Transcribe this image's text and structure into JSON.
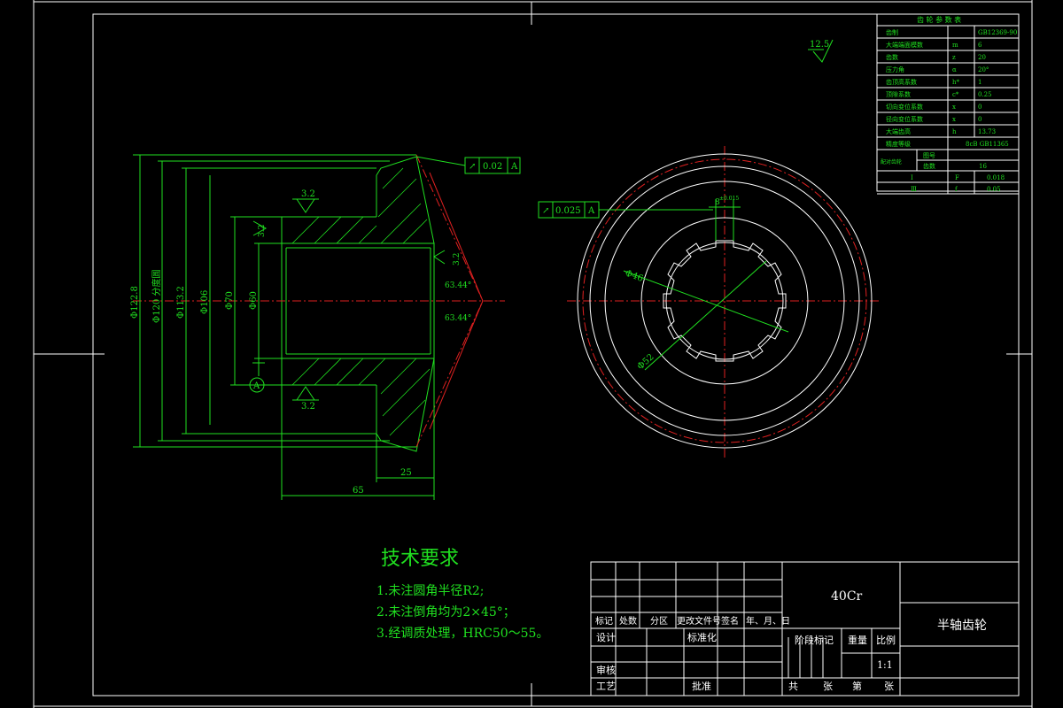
{
  "symbols": {
    "surface_finish_top": "12.5",
    "surface_finish_bore_top": "3.2",
    "surface_finish_bore_bottom": "3.2",
    "surface_finish_small_1": "3.2",
    "surface_finish_small_2": "3.2"
  },
  "left_view": {
    "gdt_left": {
      "symbol": "↗",
      "value": "0.02",
      "datum": "A"
    },
    "datum_marker": "A",
    "dims": {
      "d1": "Φ122.8",
      "d2": "Φ120 分度圆",
      "d3": "Φ113.2",
      "d4": "Φ106",
      "d5": "Φ70",
      "d6": "Φ60",
      "len_65": "65",
      "len_25": "25",
      "angle_1": "63.44°",
      "angle_2": "63.44°"
    }
  },
  "right_view": {
    "gdt_right": {
      "symbol": "↗",
      "value": "0.025",
      "datum": "A"
    },
    "dims": {
      "d46": "Φ46",
      "d52": "Φ52",
      "d8": "8",
      "d8_tol": "±0.015"
    }
  },
  "param_table": {
    "title": "齿 轮 参 数 表",
    "rows": [
      {
        "name": "齿制",
        "sym": "",
        "val": "GB12369-90"
      },
      {
        "name": "大端端面模数",
        "sym": "m",
        "val": "6"
      },
      {
        "name": "齿数",
        "sym": "z",
        "val": "20"
      },
      {
        "name": "压力角",
        "sym": "α",
        "val": "20°"
      },
      {
        "name": "齿顶高系数",
        "sym": "h*",
        "val": "1"
      },
      {
        "name": "顶隙系数",
        "sym": "c*",
        "val": "0.25"
      },
      {
        "name": "切向变位系数",
        "sym": "x",
        "val": "0"
      },
      {
        "name": "径向变位系数",
        "sym": "x",
        "val": "0"
      },
      {
        "name": "大端齿高",
        "sym": "h",
        "val": "13.73"
      },
      {
        "name": "精度等级",
        "sym": "",
        "val": "8cB GB11365"
      }
    ],
    "pair_label": "配对齿轮",
    "pair_rows": [
      {
        "name": "图号",
        "val": ""
      },
      {
        "name": "齿数",
        "val": "16"
      }
    ],
    "tol_rows": [
      {
        "name": "Ⅰ",
        "sym": "F",
        "val": "0.018"
      },
      {
        "name": "Ⅲ",
        "sym": "f",
        "val": "0.05"
      }
    ]
  },
  "tech_req": {
    "title": "技术要求",
    "items": [
      "1.未注圆角半径R2;",
      "2.未注倒角均为2×45°；",
      "3.经调质处理，HRC50～55。"
    ]
  },
  "title_block": {
    "material": "40Cr",
    "part_name": "半轴齿轮",
    "header": [
      "标记",
      "处数",
      "分区",
      "更改文件号",
      "签名",
      "年、月、日"
    ],
    "design": "设计",
    "standard": "标准化",
    "review": "审核",
    "process": "工艺",
    "approve": "批准",
    "stage_mark": "阶段标记",
    "weight": "重量",
    "scale_label": "比例",
    "scale": "1:1",
    "sheets_total": "共",
    "sheets_unit1": "张",
    "sheet_no": "第",
    "sheets_unit2": "张"
  }
}
